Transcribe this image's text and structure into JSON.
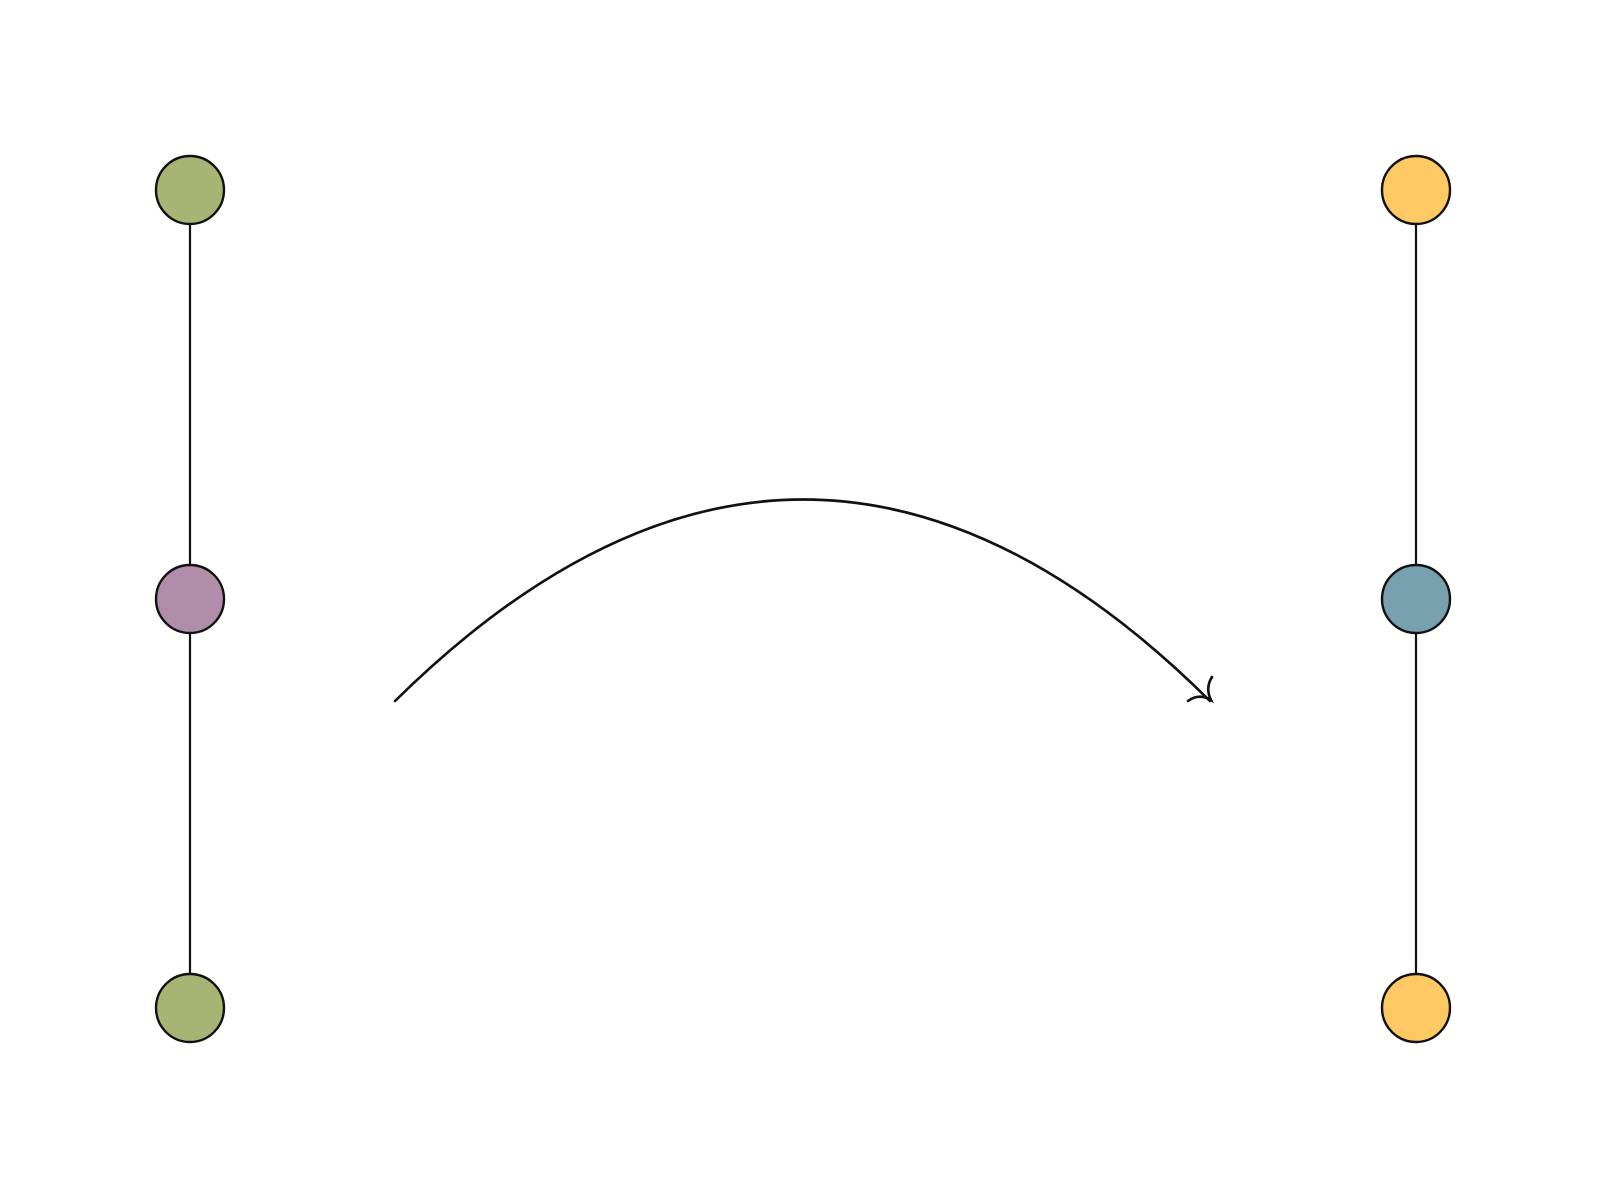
{
  "colors": {
    "outline": "#111111",
    "background": "#ffffff"
  },
  "left_graph": {
    "nodes": [
      {
        "name": "top",
        "color": "#a8b474"
      },
      {
        "name": "middle",
        "color": "#b08ea9"
      },
      {
        "name": "bottom",
        "color": "#a8b474"
      }
    ],
    "edges": [
      [
        "top",
        "middle"
      ],
      [
        "middle",
        "bottom"
      ]
    ]
  },
  "right_graph": {
    "nodes": [
      {
        "name": "top",
        "color": "#fec863"
      },
      {
        "name": "middle",
        "color": "#77a1af"
      },
      {
        "name": "bottom",
        "color": "#fec863"
      }
    ],
    "edges": [
      [
        "top",
        "middle"
      ],
      [
        "middle",
        "bottom"
      ]
    ]
  },
  "mapping_arrow": {
    "from": "left_graph",
    "to": "right_graph",
    "icon": "curved-arrow-icon"
  }
}
